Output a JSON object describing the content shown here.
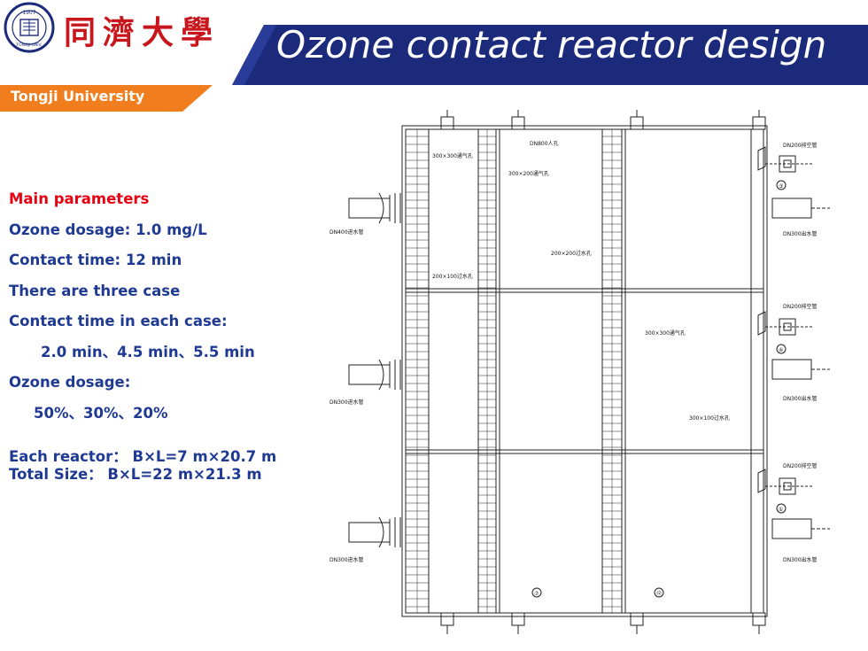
{
  "header": {
    "title": "Ozone contact reactor design",
    "cn_name": "同濟大學",
    "university": "Tongji University",
    "seal_text": "1907 TONGJI UNIVERSITY",
    "colors": {
      "title_band": "#1b2a7a",
      "accent": "#f07e1e",
      "brand_red": "#c8161d"
    }
  },
  "parameters": {
    "heading": "Main  parameters",
    "dosage": "Ozone dosage: 1.0 mg/L",
    "contact_time": "Contact time:   12 min",
    "cases": "There are three case",
    "each_case_label": "Contact time in each case:",
    "each_case_values": "2.0 min、4.5 min、5.5 min",
    "dosage_label": "Ozone dosage:",
    "dosage_values": "50%、30%、20%",
    "reactor_size": "Each reactor：  B×L=7 m×20.7 m",
    "total_size": "Total Size：      B×L=22 m×21.3 m"
  },
  "drawing": {
    "labels": {
      "inlet_pipe": "DN400进水管",
      "inlet_pipe_2": "DN300进水管",
      "outlet_pipe": "DN300出水管",
      "exhaust_pipe": "DN200排空管",
      "manhole": "DN800人孔",
      "vent_1": "300×300通气孔",
      "vent_2": "300×200通气孔",
      "overflow_1": "200×200过水孔",
      "overflow_2": "200×100过水孔",
      "overflow_3": "300×100过水孔",
      "marker_3": "③",
      "marker_4": "④",
      "marker_1": "①",
      "marker_b": "⑦",
      "marker_c": "⑫"
    }
  }
}
